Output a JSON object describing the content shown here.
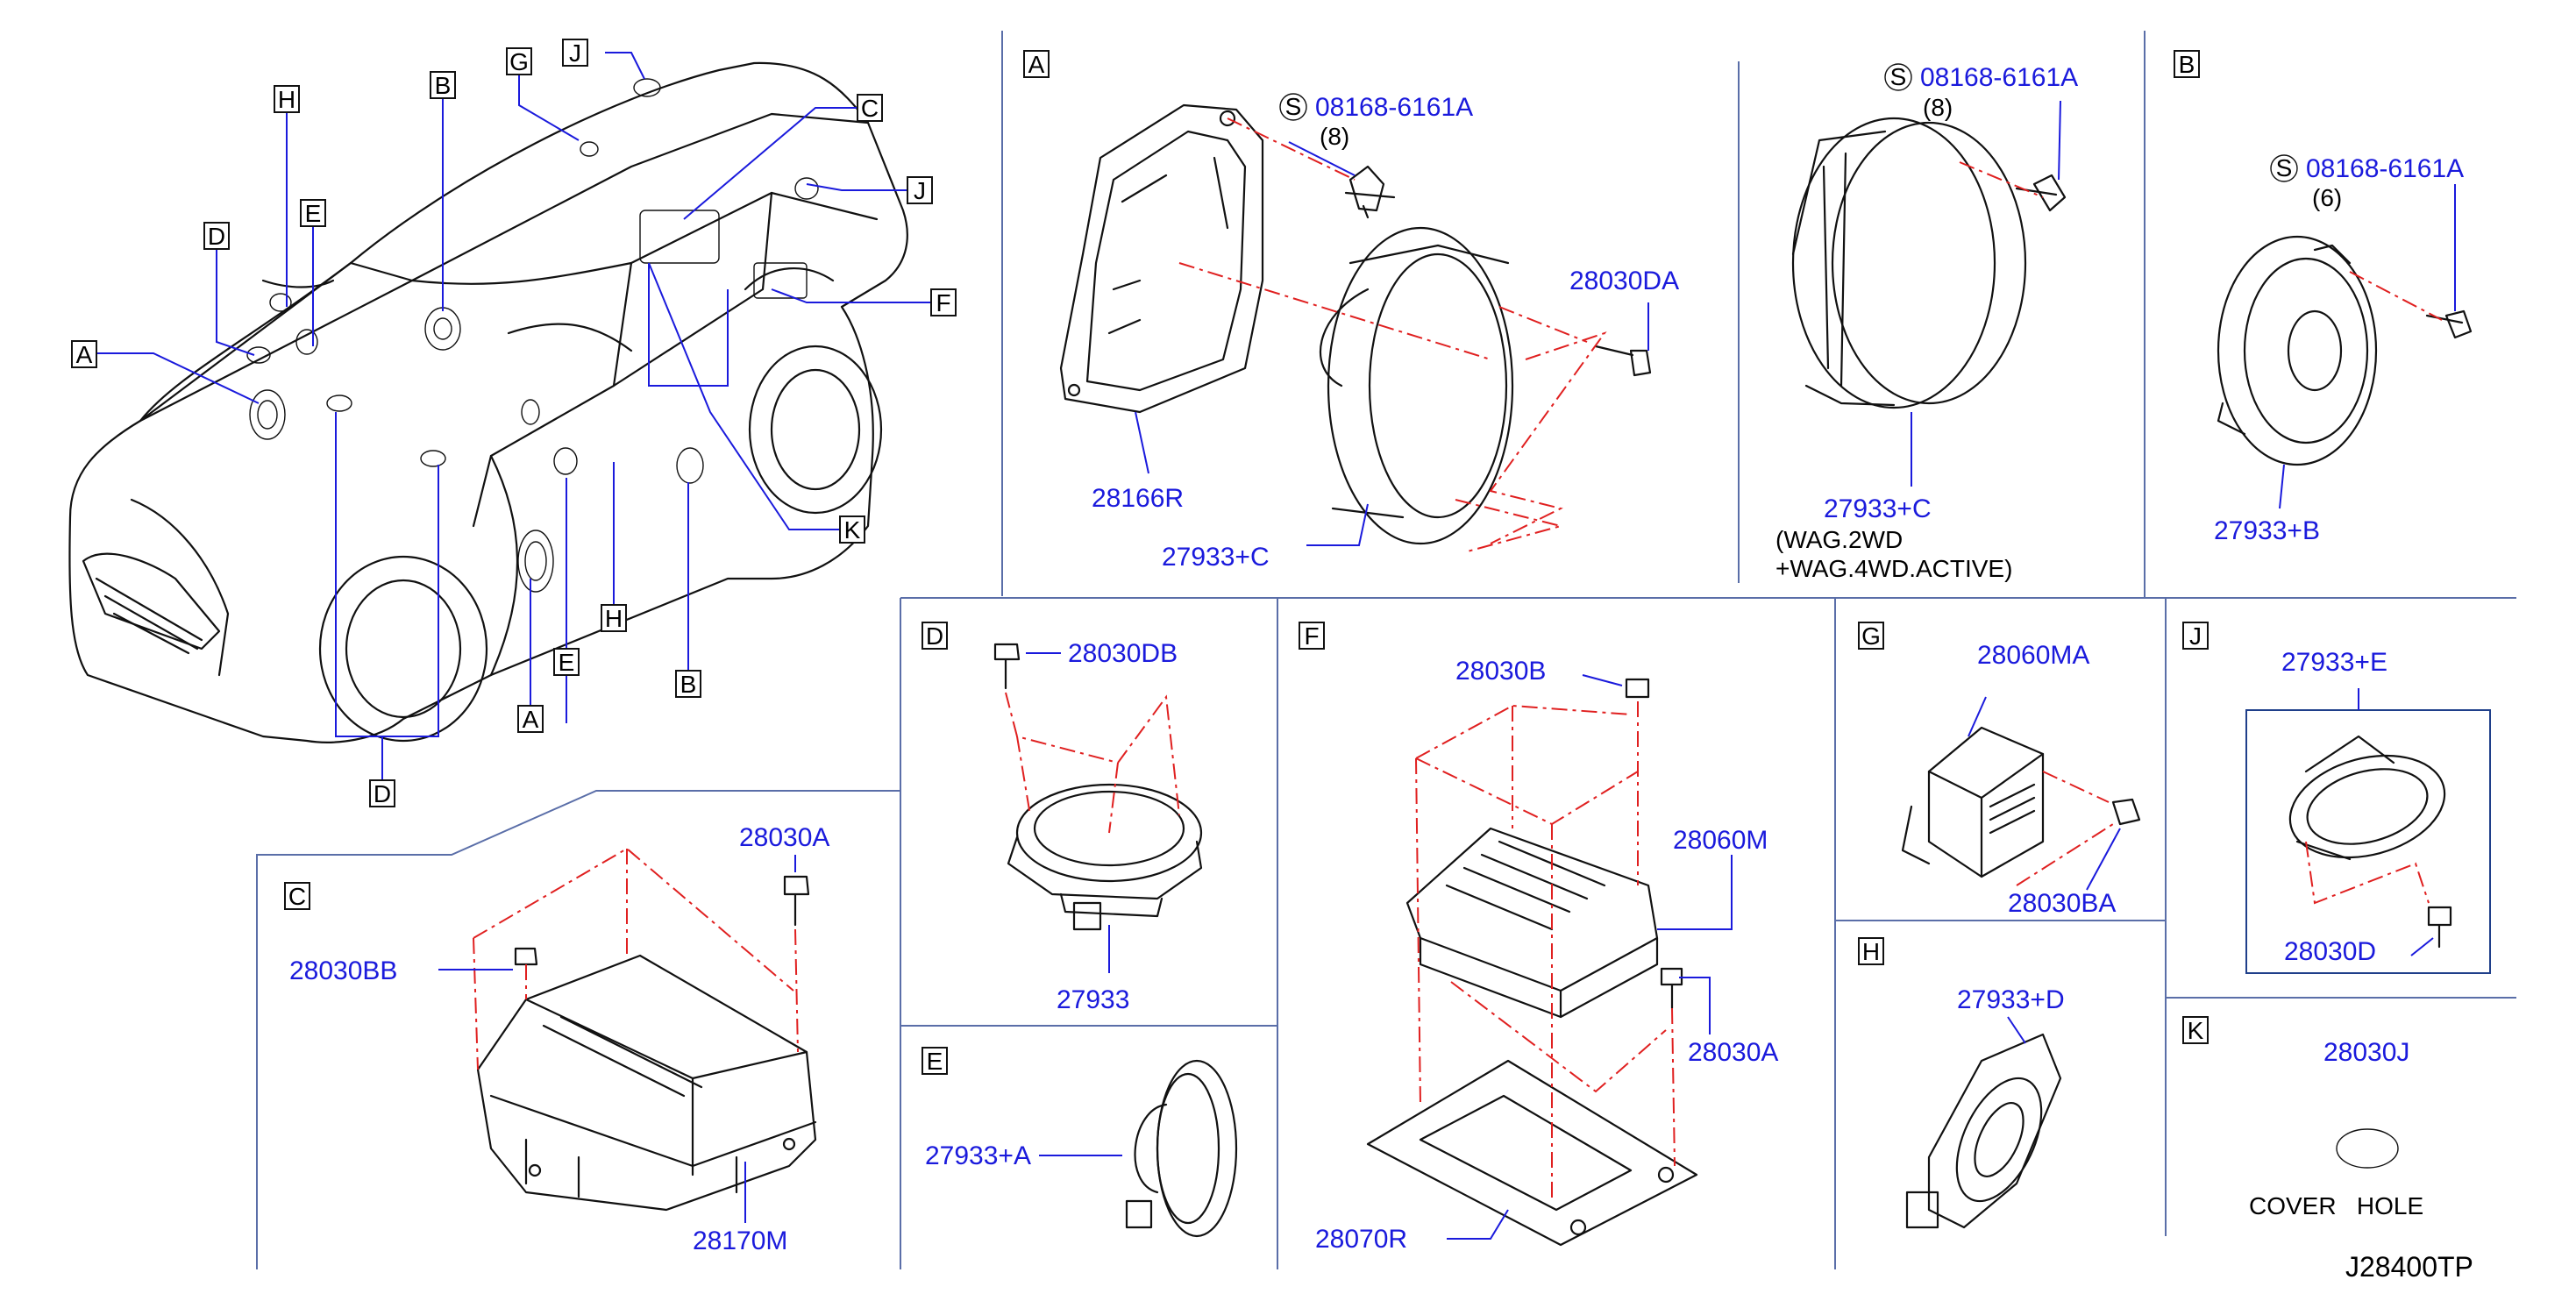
{
  "section_letters": [
    "A",
    "B",
    "C",
    "D",
    "E",
    "F",
    "G",
    "H",
    "J",
    "K"
  ],
  "overview_callouts": {
    "a": "A",
    "b1": "B",
    "b2": "B",
    "c": "C",
    "d1": "D",
    "d2": "D",
    "e1": "E",
    "e2": "E",
    "f": "F",
    "g": "G",
    "h1": "H",
    "h2": "H",
    "j1": "J",
    "j2": "J",
    "k": "K",
    "a2": "A"
  },
  "sections": {
    "A": {
      "letter": "A",
      "bracket_part": "28166R",
      "speaker_part": "27933+C",
      "screw_prefix": "S",
      "screw_part": "08168-6161A",
      "screw_qty": "(8)",
      "bolt_part": "28030DA"
    },
    "A_variant": {
      "screw_prefix": "S",
      "screw_part": "08168-6161A",
      "screw_qty": "(8)",
      "speaker_part": "27933+C",
      "note_line1": "(WAG.2WD",
      "note_line2": "+WAG.4WD.ACTIVE)"
    },
    "B": {
      "letter": "B",
      "screw_prefix": "S",
      "screw_part": "08168-6161A",
      "screw_qty": "(6)",
      "speaker_part": "27933+B"
    },
    "C": {
      "letter": "C",
      "bolt_part": "28030A",
      "nut_part": "28030BB",
      "amp_part": "28170M"
    },
    "D": {
      "letter": "D",
      "bolt_part": "28030DB",
      "speaker_part": "27933"
    },
    "E": {
      "letter": "E",
      "speaker_part": "27933+A"
    },
    "F": {
      "letter": "F",
      "nut_part": "28030B",
      "amp_part": "28060M",
      "bolt_part": "28030A",
      "bracket_part": "28070R"
    },
    "G": {
      "letter": "G",
      "module_part": "28060MA",
      "nut_part": "28030BA"
    },
    "H": {
      "letter": "H",
      "speaker_part": "27933+D"
    },
    "J": {
      "letter": "J",
      "speaker_part": "27933+E",
      "bolt_part": "28030D"
    },
    "K": {
      "letter": "K",
      "part": "28030J",
      "description": "COVER   HOLE"
    }
  },
  "drawing_code": "J28400TP"
}
